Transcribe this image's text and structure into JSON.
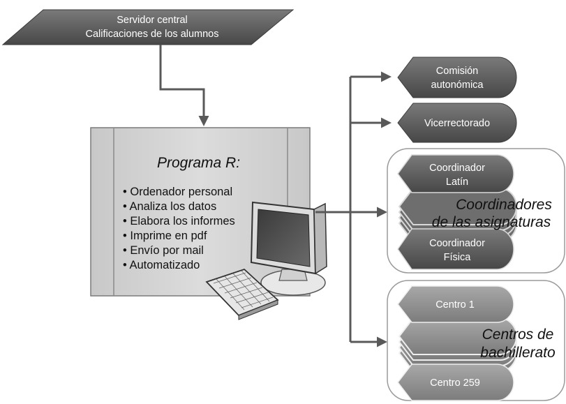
{
  "source": {
    "line1": "Servidor central",
    "line2": "Calificaciones de los alumnos"
  },
  "program": {
    "title": "Programa R:",
    "features": [
      "Ordenador personal",
      "Analiza los datos",
      "Elabora los informes",
      "Imprime en pdf",
      "Envío por mail",
      "Automatizado"
    ]
  },
  "outputs": {
    "comision": [
      "Comisión",
      "autonómica"
    ],
    "vicerrectorado": "Vicerrectorado",
    "coordinadores": {
      "group_label": [
        "Coordinadores",
        "de las asignaturas"
      ],
      "first": [
        "Coordinador",
        "Latín"
      ],
      "last": [
        "Coordinador",
        "Física"
      ]
    },
    "centros": {
      "group_label": [
        "Centros de",
        "bachillerato"
      ],
      "first": "Centro 1",
      "last": "Centro 259"
    }
  },
  "colors": {
    "dark_shape": "#595959",
    "mid_shape": "#8c8c8c",
    "panel_fill": "#d6d6d6",
    "arrow": "#595959"
  }
}
